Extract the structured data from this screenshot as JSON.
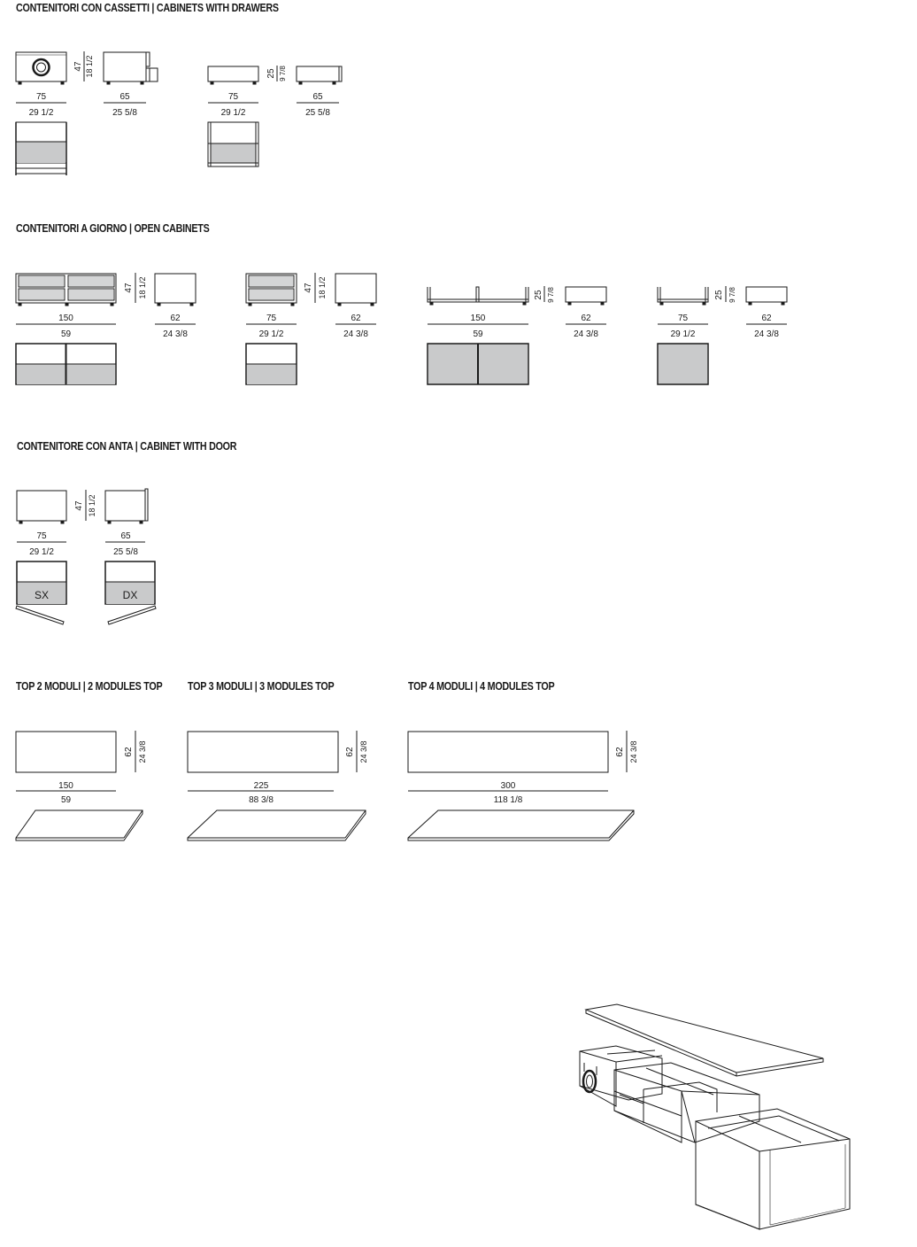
{
  "sections": {
    "drawers": {
      "title": "CONTENITORI CON CASSETTI  |  CABINETS WITH DRAWERS"
    },
    "open": {
      "title": "CONTENITORI A GIORNO  |  OPEN CABINETS"
    },
    "door": {
      "title": "CONTENITORE CON ANTA  |  CABINET WITH DOOR"
    },
    "top2": {
      "title": "TOP 2 MODULI  |  2 MODULES TOP"
    },
    "top3": {
      "title": "TOP 3 MODULI  |  3 MODULES TOP"
    },
    "top4": {
      "title": "TOP 4 MODULI  |  4 MODULES TOP"
    }
  },
  "drawers": {
    "a": {
      "height_cm": "47",
      "height_in": "18 1/2",
      "width_cm": "75",
      "width_in": "29 1/2",
      "depth_cm": "65",
      "depth_in": "25 5/8"
    },
    "b": {
      "height_cm": "25",
      "height_in": "9 7/8",
      "width_cm": "75",
      "width_in": "29 1/2",
      "depth_cm": "65",
      "depth_in": "25 5/8"
    }
  },
  "open": {
    "a": {
      "height_cm": "47",
      "height_in": "18 1/2",
      "width_cm": "150",
      "width_in": "59",
      "depth_cm": "62",
      "depth_in": "24 3/8"
    },
    "b": {
      "height_cm": "47",
      "height_in": "18 1/2",
      "width_cm": "75",
      "width_in": "29 1/2",
      "depth_cm": "62",
      "depth_in": "24 3/8"
    },
    "c": {
      "height_cm": "25",
      "height_in": "9 7/8",
      "width_cm": "150",
      "width_in": "59",
      "depth_cm": "62",
      "depth_in": "24 3/8"
    },
    "d": {
      "height_cm": "25",
      "height_in": "9 7/8",
      "width_cm": "75",
      "width_in": "29 1/2",
      "depth_cm": "62",
      "depth_in": "24 3/8"
    }
  },
  "door": {
    "height_cm": "47",
    "height_in": "18 1/2",
    "width_cm": "75",
    "width_in": "29 1/2",
    "depth_cm": "65",
    "depth_in": "25 5/8",
    "left_label": "SX",
    "right_label": "DX"
  },
  "tops": {
    "t2": {
      "width_cm": "150",
      "width_in": "59",
      "depth_cm": "62",
      "depth_in": "24 3/8"
    },
    "t3": {
      "width_cm": "225",
      "width_in": "88 3/8",
      "depth_cm": "62",
      "depth_in": "24 3/8"
    },
    "t4": {
      "width_cm": "300",
      "width_in": "118 1/8",
      "depth_cm": "62",
      "depth_in": "24 3/8"
    }
  }
}
